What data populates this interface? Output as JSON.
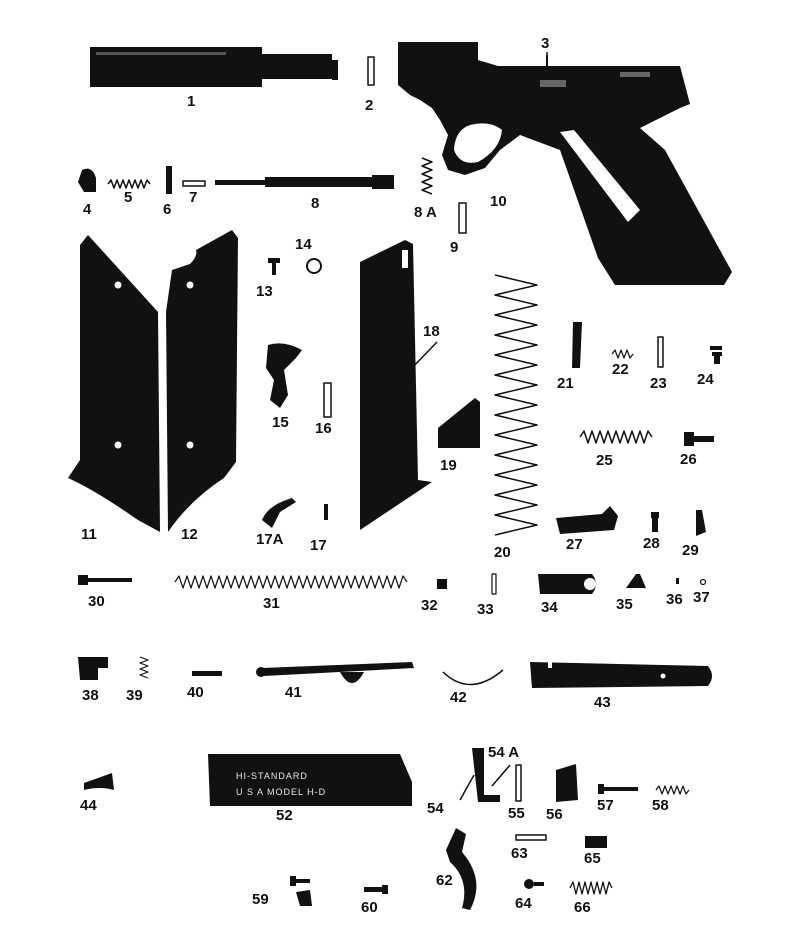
{
  "stamp": {
    "line1": "HI-STANDARD",
    "line2": "U S A MODEL H-D"
  },
  "parts": [
    {
      "id": "1",
      "label": "1"
    },
    {
      "id": "2",
      "label": "2"
    },
    {
      "id": "3",
      "label": "3"
    },
    {
      "id": "4",
      "label": "4"
    },
    {
      "id": "5",
      "label": "5"
    },
    {
      "id": "6",
      "label": "6"
    },
    {
      "id": "7",
      "label": "7"
    },
    {
      "id": "8",
      "label": "8"
    },
    {
      "id": "8a",
      "label": "8 A"
    },
    {
      "id": "9",
      "label": "9"
    },
    {
      "id": "10",
      "label": "10"
    },
    {
      "id": "11",
      "label": "11"
    },
    {
      "id": "12",
      "label": "12"
    },
    {
      "id": "13",
      "label": "13"
    },
    {
      "id": "14",
      "label": "14"
    },
    {
      "id": "15",
      "label": "15"
    },
    {
      "id": "16",
      "label": "16"
    },
    {
      "id": "17",
      "label": "17"
    },
    {
      "id": "17a",
      "label": "17A"
    },
    {
      "id": "18",
      "label": "18"
    },
    {
      "id": "19",
      "label": "19"
    },
    {
      "id": "20",
      "label": "20"
    },
    {
      "id": "21",
      "label": "21"
    },
    {
      "id": "22",
      "label": "22"
    },
    {
      "id": "23",
      "label": "23"
    },
    {
      "id": "24",
      "label": "24"
    },
    {
      "id": "25",
      "label": "25"
    },
    {
      "id": "26",
      "label": "26"
    },
    {
      "id": "27",
      "label": "27"
    },
    {
      "id": "28",
      "label": "28"
    },
    {
      "id": "29",
      "label": "29"
    },
    {
      "id": "30",
      "label": "30"
    },
    {
      "id": "31",
      "label": "31"
    },
    {
      "id": "32",
      "label": "32"
    },
    {
      "id": "33",
      "label": "33"
    },
    {
      "id": "34",
      "label": "34"
    },
    {
      "id": "35",
      "label": "35"
    },
    {
      "id": "36",
      "label": "36"
    },
    {
      "id": "37",
      "label": "37"
    },
    {
      "id": "38",
      "label": "38"
    },
    {
      "id": "39",
      "label": "39"
    },
    {
      "id": "40",
      "label": "40"
    },
    {
      "id": "41",
      "label": "41"
    },
    {
      "id": "42",
      "label": "42"
    },
    {
      "id": "43",
      "label": "43"
    },
    {
      "id": "44",
      "label": "44"
    },
    {
      "id": "52",
      "label": "52"
    },
    {
      "id": "54",
      "label": "54"
    },
    {
      "id": "54a",
      "label": "54 A"
    },
    {
      "id": "55",
      "label": "55"
    },
    {
      "id": "56",
      "label": "56"
    },
    {
      "id": "57",
      "label": "57"
    },
    {
      "id": "58",
      "label": "58"
    },
    {
      "id": "59",
      "label": "59"
    },
    {
      "id": "60",
      "label": "60"
    },
    {
      "id": "62",
      "label": "62"
    },
    {
      "id": "63",
      "label": "63"
    },
    {
      "id": "64",
      "label": "64"
    },
    {
      "id": "65",
      "label": "65"
    },
    {
      "id": "66",
      "label": "66"
    }
  ]
}
